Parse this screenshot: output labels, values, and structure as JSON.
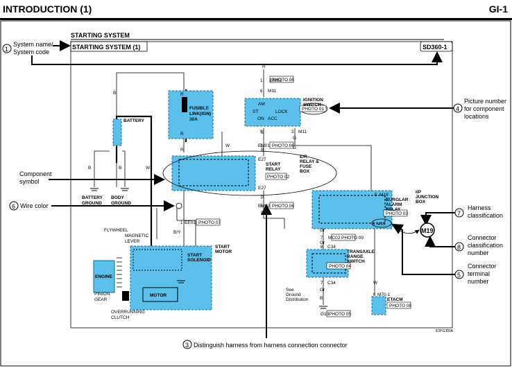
{
  "header": {
    "title": "INTRODUCTION (1)",
    "page": "GI-1"
  },
  "system": {
    "heading": "STARTING SYSTEM",
    "name": "STARTING SYSTEM (1)",
    "code": "SD360-1"
  },
  "callouts": {
    "n1": "1",
    "system_name_l1": "System name/",
    "system_name_l2": "System code",
    "component_symbol_l1": "Component",
    "component_symbol_l2": "symbol",
    "n6": "6",
    "wire_color": "Wire color",
    "n4": "4",
    "picture_l1": "Picture number",
    "picture_l2": "for component",
    "picture_l3": "locations",
    "n7": "7",
    "harness_l1": "Harness",
    "harness_l2": "classification",
    "n8": "8",
    "conn_class_l1": "Connector",
    "conn_class_l2": "classification",
    "conn_class_l3": "number",
    "n5": "5",
    "conn_term_l1": "Connector",
    "conn_term_l2": "terminal",
    "conn_term_l3": "number",
    "n3": "3",
    "distinguish": "Distinguish harness from harness connection connector"
  },
  "diagram": {
    "battery": "BATTERY",
    "battery_ground_l1": "BATTERY",
    "battery_ground_l2": "GROUND",
    "body_ground_l1": "BODY",
    "body_ground_l2": "GROUND",
    "fusible_l1": "FUSIBLE",
    "fusible_l2": "LINK(IGN)",
    "fusible_l3": "30A",
    "em03": "EM03",
    "photo_06a": "PHOTO 06",
    "m11_top": "M11",
    "ignition_l1": "IGNITION",
    "ignition_l2": "SWITCH",
    "photo_01": "PHOTO 01",
    "am": "AM",
    "st": "ST",
    "lock": "LOCK",
    "on": "ON",
    "acc": "ACC",
    "m11_bottom": "M11",
    "em01": "EM01",
    "photo_06b": "PHOTO 06",
    "e27_top": "E27",
    "e27_bottom": "E27",
    "start_relay_l1": "START",
    "start_relay_l2": "RELAY",
    "photo_02": "PHOTO 02",
    "er_box_l1": "E/R",
    "er_box_l2": "RELAY &",
    "er_box_l3": "FUSE",
    "er_box_l4": "BOX",
    "em02": "EM02",
    "photo_06c": "PHOTO 06",
    "ee01": "EE01",
    "photo_07": "PHOTO 07",
    "ip_box_l1": "I/P",
    "ip_box_l2": "JUNCTION",
    "ip_box_l3": "BOX",
    "m19_top": "M19",
    "m19_bottom": "M19",
    "burglar_l1": "BURGLAR",
    "burglar_l2": "ALARM",
    "burglar_l3": "RELAY",
    "photo_03": "PHOTO 03",
    "mc02": "MC02",
    "photo_09": "PHOTO 09",
    "c34_top": "C34",
    "c34_bottom": "C34",
    "transaxle_l1": "TRANSAXLE",
    "transaxle_l2": "RANGE",
    "transaxle_l3": "SWITCH",
    "photo_04": "PHOTO 04",
    "see_l1": "See",
    "see_l2": "Ground",
    "see_l3": "Distribution",
    "g10": "G10",
    "photo_05": "PHOTO 05",
    "m70": "M70-1",
    "etacm": "ETACM",
    "photo_08": "PHOTO 08",
    "start_motor_l1": "START",
    "start_motor_l2": "MOTOR",
    "start_solenoid_l1": "START",
    "start_solenoid_l2": "SOLENOID",
    "flywheel": "FLYWHEEL",
    "magnetic_l1": "MAGNETIC",
    "magnetic_l2": "LEVER",
    "engine": "ENGINE",
    "motor": "MOTOR",
    "pinion_l1": "PINION",
    "pinion_l2": "GEAR",
    "overrunning_l1": "OVERRUNNING",
    "overrunning_l2": "CLUTCH",
    "fig_code": "E2PG300A",
    "wire_colors": {
      "r1": "R",
      "r2": "R",
      "r3": "R",
      "r4": "R",
      "b1": "B",
      "b2": "B",
      "b3": "B",
      "w1": "W",
      "w2": "W",
      "w3": "W",
      "by": "B/Y",
      "p1": "P",
      "p2": "P",
      "gr1": "Gr",
      "gr2": "Gr",
      "gr3": "Gr",
      "b4": "B",
      "b5": "B",
      "g1": "G",
      "s1": "S",
      "g2": "G"
    },
    "pins": {
      "p1": "1",
      "p6": "6",
      "p5a": "5",
      "p3": "3",
      "p1b": "1",
      "p5b": "5",
      "p4": "4",
      "p5c": "5",
      "p7": "7",
      "p8": "8",
      "p7b": "7",
      "p9": "9",
      "p6b": "6",
      "p1c": "1",
      "p2": "2",
      "p5d": "5",
      "p10": "10"
    }
  },
  "colors": {
    "box_fill": "#5bc0eb",
    "box_stroke": "#0a6fa0",
    "line": "#000000",
    "callout": "#000000"
  }
}
